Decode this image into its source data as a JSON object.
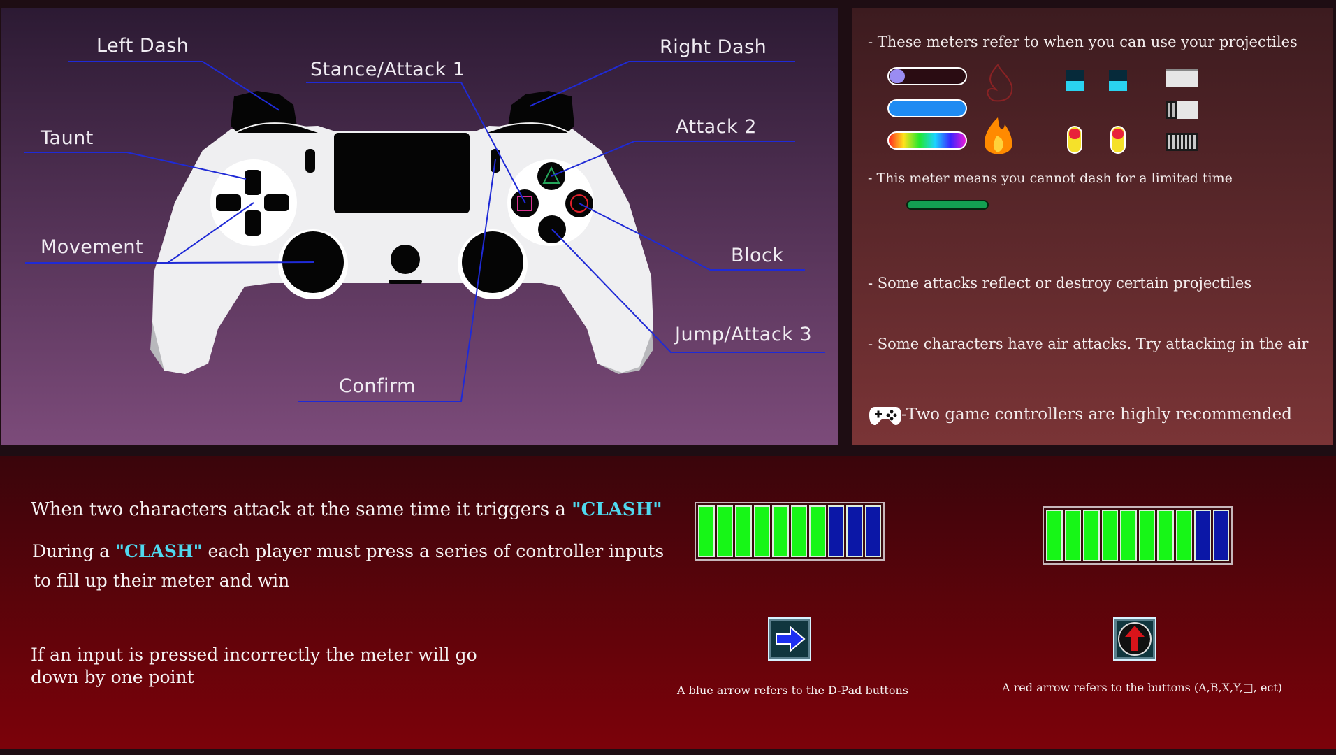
{
  "controller_labels": {
    "left_dash": "Left Dash",
    "stance_attack_1": "Stance/Attack 1",
    "right_dash": "Right Dash",
    "taunt": "Taunt",
    "attack_2": "Attack 2",
    "movement": "Movement",
    "block": "Block",
    "jump_attack_3": "Jump/Attack 3",
    "confirm": "Confirm"
  },
  "info": {
    "projectile_meters": "- These meters refer to when you can use your projectiles",
    "dash_meter": "- This meter means you cannot dash for a limited time",
    "reflect": "- Some attacks reflect or destroy certain projectiles",
    "air_attacks": "- Some characters have air attacks. Try attacking in the air",
    "controllers": "-Two game controllers are highly recommended"
  },
  "clash": {
    "line1_pre": "When two characters attack at the same time it triggers a ",
    "clash_word_1": "\"CLASH\"",
    "line2_pre": "During a ",
    "clash_word_2": "\"CLASH\"",
    "line2_post": " each player must press a series of controller inputs",
    "line3": "to fill up their meter and win",
    "line4": "If an input is pressed incorrectly the meter will go",
    "line5": "down by one point",
    "blue_arrow_caption": "A blue arrow refers to the D-Pad buttons",
    "red_arrow_caption": "A red arrow refers to the buttons (A,B,X,Y,□, ect)"
  },
  "meters": {
    "left": {
      "filled": 7,
      "total": 10
    },
    "right": {
      "filled": 8,
      "total": 10
    }
  },
  "colors": {
    "meter_on": "#17f617",
    "meter_off": "#0b17a7",
    "clash_highlight": "#4fd8ee",
    "callout_line": "#1f2ad6"
  }
}
